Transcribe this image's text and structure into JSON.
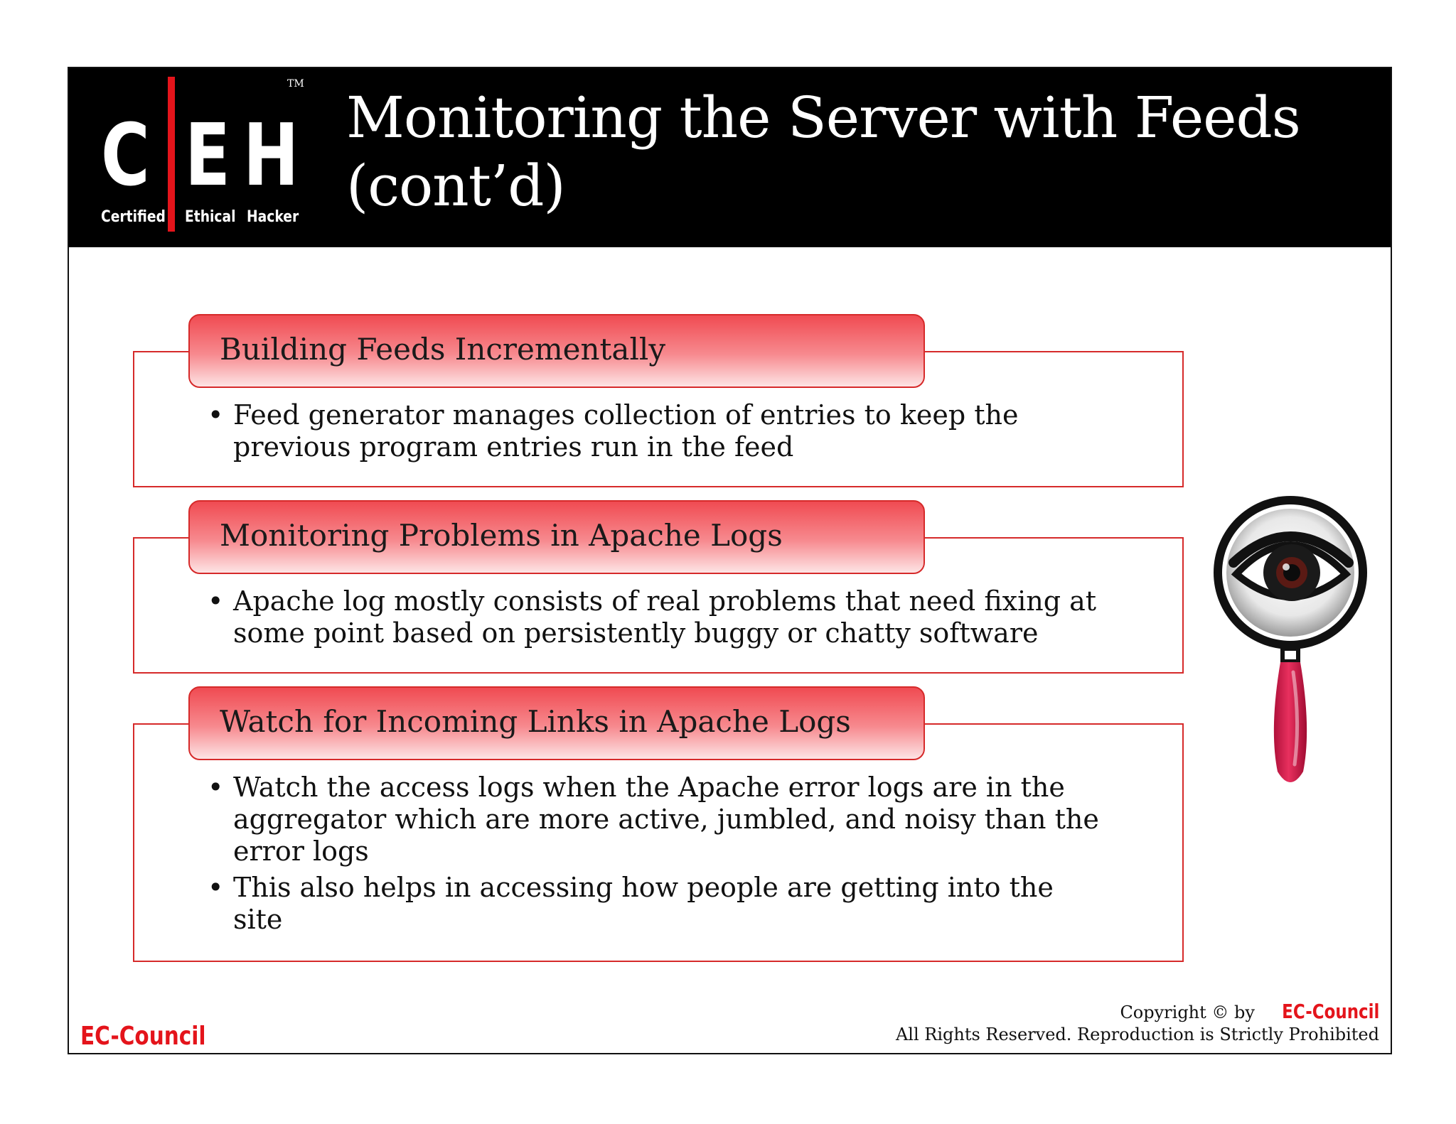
{
  "logo": {
    "letters": [
      "C",
      "E",
      "H"
    ],
    "sub_certified": "Certified",
    "sub_ethical": "Ethical",
    "sub_hacker": "Hacker",
    "tm": "TM"
  },
  "title_line1": "Monitoring the Server with Feeds",
  "title_line2": "(cont’d)",
  "sections": [
    {
      "heading": "Building Feeds Incrementally",
      "bullets": [
        "Feed generator manages collection of entries to keep the previous program entries run in the feed"
      ]
    },
    {
      "heading": "Monitoring Problems in Apache Logs",
      "bullets": [
        "Apache log mostly consists of real problems that need fixing at some point based on persistently buggy or chatty software"
      ]
    },
    {
      "heading": "Watch for Incoming Links in Apache Logs",
      "bullets": [
        "Watch the access logs when the Apache error logs are in the aggregator which are more active, jumbled, and noisy than the error logs",
        "This also helps in accessing how people are getting into the site"
      ]
    }
  ],
  "bullet_symbol": "•",
  "footer": {
    "brand": "EC-Council",
    "copyright_prefix": "Copyright © by",
    "copyright_brand": "EC-Council",
    "rights": "All Rights Reserved. Reproduction is Strictly Prohibited"
  },
  "colors": {
    "accent_red": "#e4141b",
    "section_border": "#d62a2a",
    "header_bg": "#000000"
  },
  "icons": {
    "illustration": "magnifier-eye-icon"
  }
}
